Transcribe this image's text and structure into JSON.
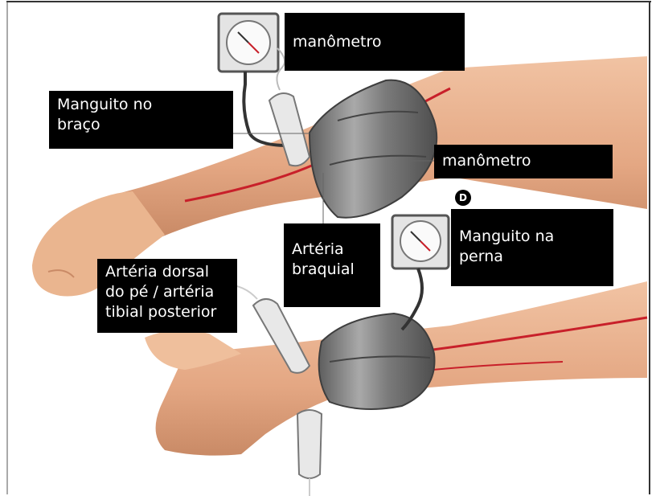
{
  "labels": {
    "manometro_top": "manômetro",
    "manguito_braco": "Manguito no\nbraço",
    "manometro_right": "manômetro",
    "arteria_braquial": "Artéria\nbraquial",
    "manguito_perna": "Manguito na\nperna",
    "arteria_dorsal": "Artéria dorsal\ndo pé / artéria\ntibial posterior"
  },
  "badge": "D",
  "colors": {
    "label_bg": "#000000",
    "label_text": "#ffffff",
    "skin": "#e9b08c",
    "cuff": "#8f8f8f",
    "artery": "#c8202a"
  }
}
